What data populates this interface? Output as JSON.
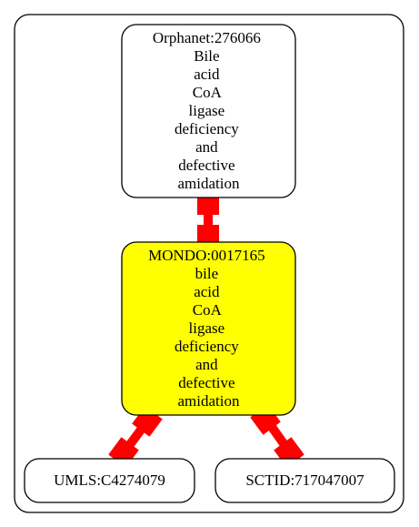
{
  "colors": {
    "edge": "#ff0000",
    "highlight_fill": "#ffff00",
    "default_fill": "#ffffff",
    "stroke": "#000000"
  },
  "nodes": {
    "orphanet": {
      "lines": [
        "Orphanet:276066",
        "Bile",
        "acid",
        "CoA",
        "ligase",
        "deficiency",
        "and",
        "defective",
        "amidation"
      ]
    },
    "mondo": {
      "lines": [
        "MONDO:0017165",
        "bile",
        "acid",
        "CoA",
        "ligase",
        "deficiency",
        "and",
        "defective",
        "amidation"
      ]
    },
    "umls": {
      "lines": [
        "UMLS:C4274079"
      ]
    },
    "sctid": {
      "lines": [
        "SCTID:717047007"
      ]
    }
  },
  "edges": [
    {
      "from": "orphanet",
      "to": "mondo"
    },
    {
      "from": "mondo",
      "to": "umls"
    },
    {
      "from": "mondo",
      "to": "sctid"
    }
  ]
}
